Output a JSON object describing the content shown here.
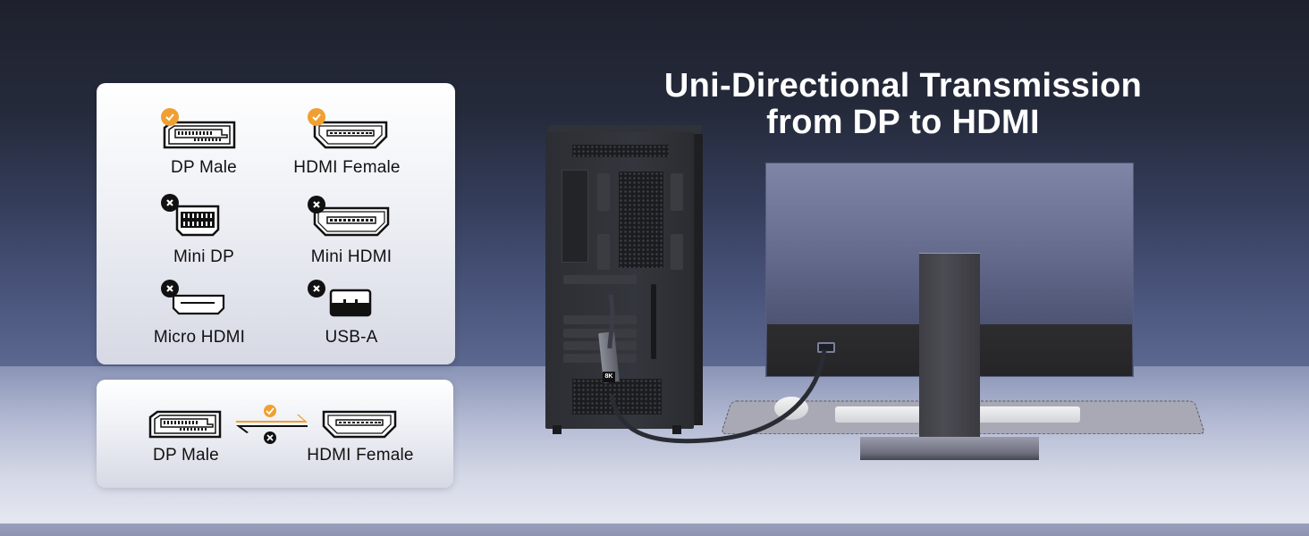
{
  "headline": {
    "line1": "Uni-Directional Transmission",
    "line2": "from DP to HDMI"
  },
  "compatibility_panel": {
    "items": [
      {
        "label": "DP Male",
        "icon": "displayport-male-icon",
        "status": "supported"
      },
      {
        "label": "HDMI Female",
        "icon": "hdmi-female-icon",
        "status": "supported"
      },
      {
        "label": "Mini DP",
        "icon": "mini-displayport-icon",
        "status": "unsupported"
      },
      {
        "label": "Mini HDMI",
        "icon": "mini-hdmi-icon",
        "status": "unsupported"
      },
      {
        "label": "Micro HDMI",
        "icon": "micro-hdmi-icon",
        "status": "unsupported"
      },
      {
        "label": "USB-A",
        "icon": "usb-a-icon",
        "status": "unsupported"
      }
    ]
  },
  "direction_panel": {
    "source_label": "DP Male",
    "target_label": "HDMI Female",
    "forward_status": "supported",
    "reverse_status": "unsupported"
  },
  "adapter": {
    "badge_text": "8K"
  },
  "colors": {
    "supported": "#f0a030",
    "unsupported": "#111111",
    "title": "#ffffff",
    "panel_bg": "#eef0f5"
  }
}
